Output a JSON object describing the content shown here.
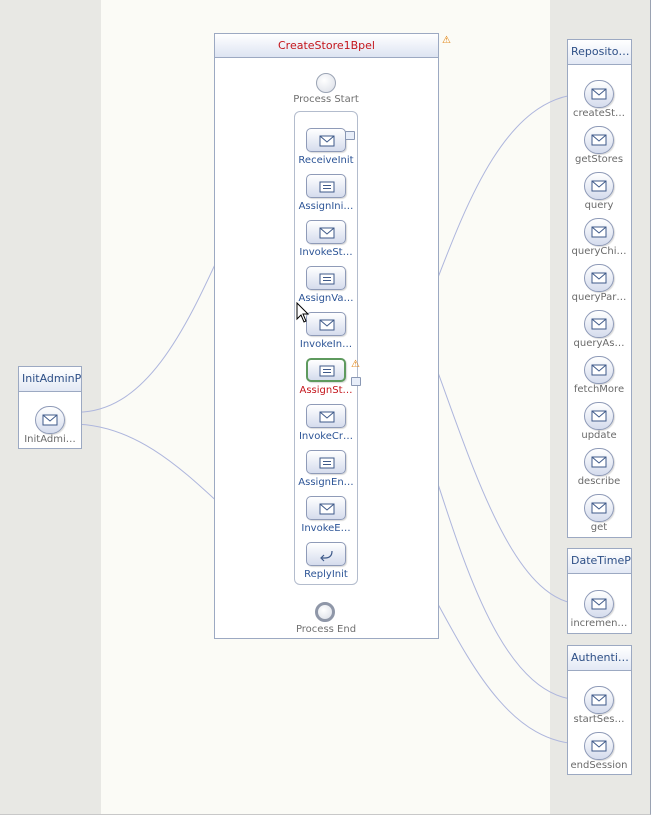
{
  "process": {
    "title": "CreateStore1Bpel",
    "start_label": "Process Start",
    "end_label": "Process End",
    "activities": [
      {
        "label": "ReceiveInit",
        "icon": "envelope-icon",
        "type": "receive"
      },
      {
        "label": "AssignIni…",
        "icon": "assign-icon",
        "type": "assign"
      },
      {
        "label": "InvokeSt…",
        "icon": "envelope-icon",
        "type": "invoke"
      },
      {
        "label": "AssignVa…",
        "icon": "assign-icon",
        "type": "assign"
      },
      {
        "label": "InvokeIn…",
        "icon": "envelope-icon",
        "type": "invoke"
      },
      {
        "label": "AssignSt…",
        "icon": "assign-icon",
        "type": "assign",
        "error": true
      },
      {
        "label": "InvokeCr…",
        "icon": "envelope-icon",
        "type": "invoke"
      },
      {
        "label": "AssignEn…",
        "icon": "assign-icon",
        "type": "assign"
      },
      {
        "label": "InvokeE…",
        "icon": "envelope-icon",
        "type": "invoke"
      },
      {
        "label": "ReplyInit",
        "icon": "reply-icon",
        "type": "reply"
      }
    ]
  },
  "left_partner": {
    "title": "InitAdminPL",
    "operations": [
      {
        "label": "InitAdmi…"
      }
    ]
  },
  "right_partners": [
    {
      "title": "Reposito…",
      "operations": [
        {
          "label": "createSt…"
        },
        {
          "label": "getStores"
        },
        {
          "label": "query"
        },
        {
          "label": "queryChi…"
        },
        {
          "label": "queryPar…"
        },
        {
          "label": "queryAs…"
        },
        {
          "label": "fetchMore"
        },
        {
          "label": "update"
        },
        {
          "label": "describe"
        },
        {
          "label": "get"
        }
      ]
    },
    {
      "title": "DateTimePL",
      "operations": [
        {
          "label": "incremen…"
        }
      ]
    },
    {
      "title": "Authenti…",
      "operations": [
        {
          "label": "startSes…"
        },
        {
          "label": "endSession"
        }
      ]
    }
  ],
  "colors": {
    "wire": "#aeb6dd",
    "flow_arrow": "#e8902a",
    "error_text": "#c4161c",
    "link_text": "#2c5496"
  }
}
